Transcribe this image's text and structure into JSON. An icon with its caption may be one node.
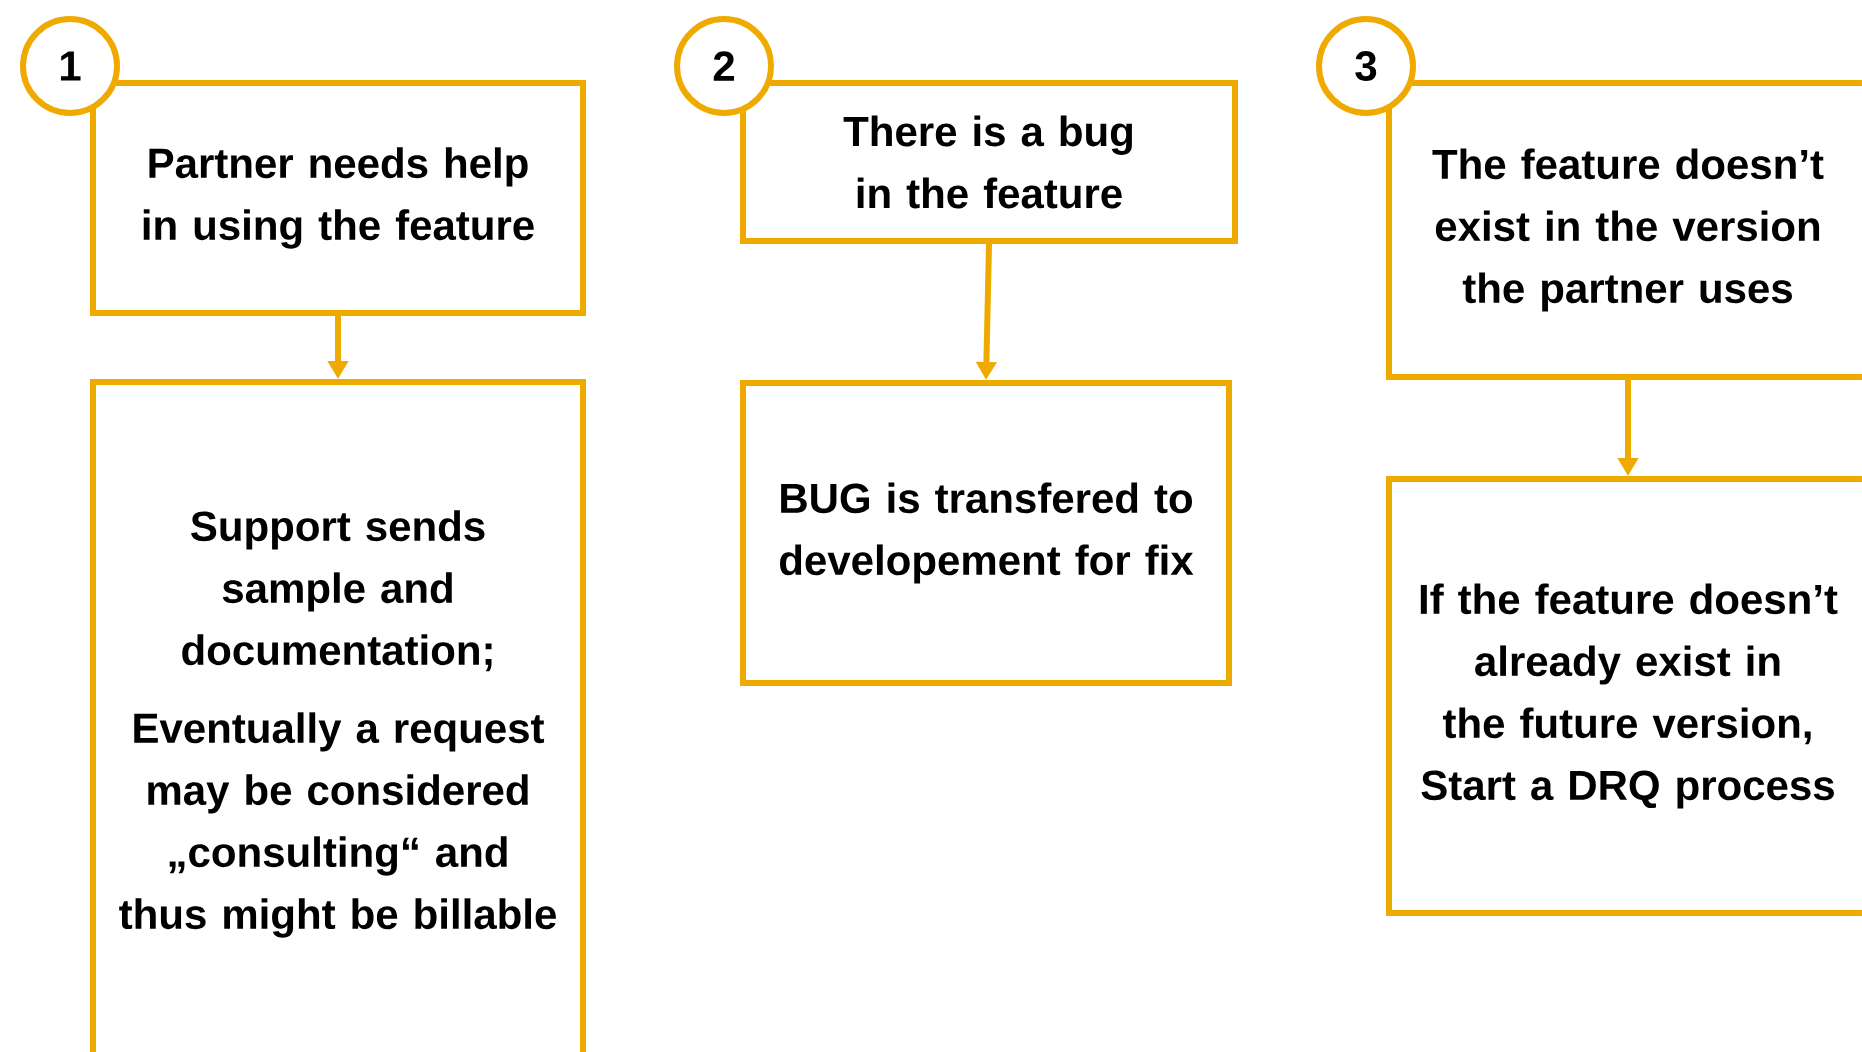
{
  "diagram": {
    "nodes": [
      {
        "text": [
          "1"
        ]
      },
      {
        "text": [
          "Partner needs help in using the feature"
        ]
      },
      {
        "text": [
          "Support sends sample and documentation;",
          "Eventually a request may be considered „consulting“ and thus might be billable"
        ]
      },
      {
        "text": [
          "2"
        ]
      },
      {
        "text": [
          "There is a bug in the feature"
        ]
      },
      {
        "text": [
          "BUG is transfered to developement for fix"
        ]
      },
      {
        "text": [
          "3"
        ]
      },
      {
        "text": [
          "The feature doesn’t exist in the version the partner uses"
        ]
      },
      {
        "text": [
          "If the feature doesn’t already exist in the future version, Start a DRQ process"
        ]
      }
    ],
    "edges": [
      {
        "from": 1,
        "to": 2,
        "arrow": "to"
      },
      {
        "from": 4,
        "to": 5,
        "arrow": "to"
      },
      {
        "from": 7,
        "to": 8,
        "arrow": "to"
      }
    ]
  }
}
